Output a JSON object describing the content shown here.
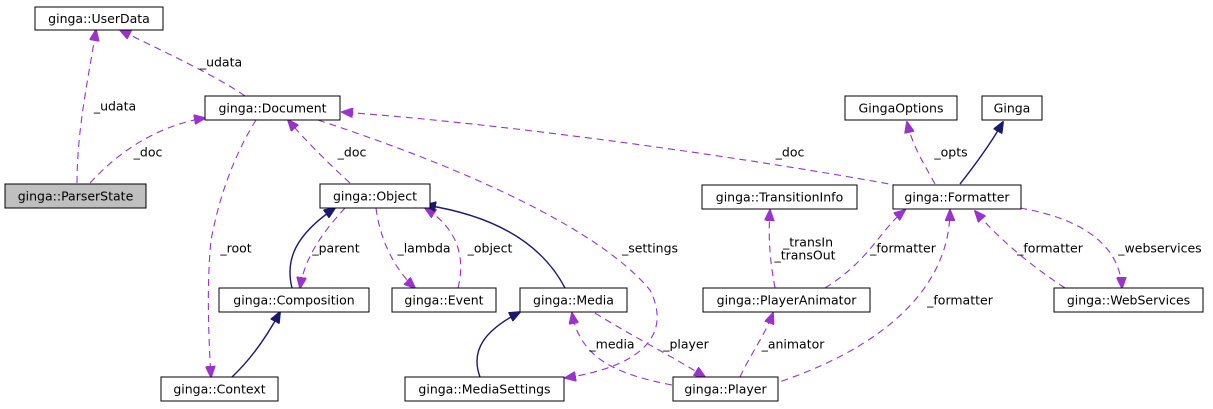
{
  "nodes": {
    "userdata": "ginga::UserData",
    "parserstate": "ginga::ParserState",
    "document": "ginga::Document",
    "object": "ginga::Object",
    "composition": "ginga::Composition",
    "event": "ginga::Event",
    "media": "ginga::Media",
    "context": "ginga::Context",
    "mediasettings": "ginga::MediaSettings",
    "gingaoptions": "GingaOptions",
    "ginga": "Ginga",
    "formatter": "ginga::Formatter",
    "transitioninfo": "ginga::TransitionInfo",
    "playeranimator": "ginga::PlayerAnimator",
    "webservices": "ginga::WebServices",
    "player": "ginga::Player"
  },
  "labels": {
    "udata_doc": "_udata",
    "udata_ps": "_udata",
    "doc_ps": "_doc",
    "doc_obj": "_doc",
    "doc_fmt": "_doc",
    "root": "_root",
    "settings": "_settings",
    "parent": "_parent",
    "lambda": "_lambda",
    "object": "_object",
    "opts": "_opts",
    "transin": "_transIn",
    "transout": "_transOut",
    "formatter_pa": "_formatter",
    "formatter_ws": "_formatter",
    "webservices": "_webservices",
    "formatter_pl": "_formatter",
    "media": "_media",
    "player": "_player",
    "animator": "_animator"
  },
  "colors": {
    "usage_edge": "#9a32cd",
    "inheritance_edge": "#191970",
    "highlight_fill": "#bfbfbf"
  }
}
